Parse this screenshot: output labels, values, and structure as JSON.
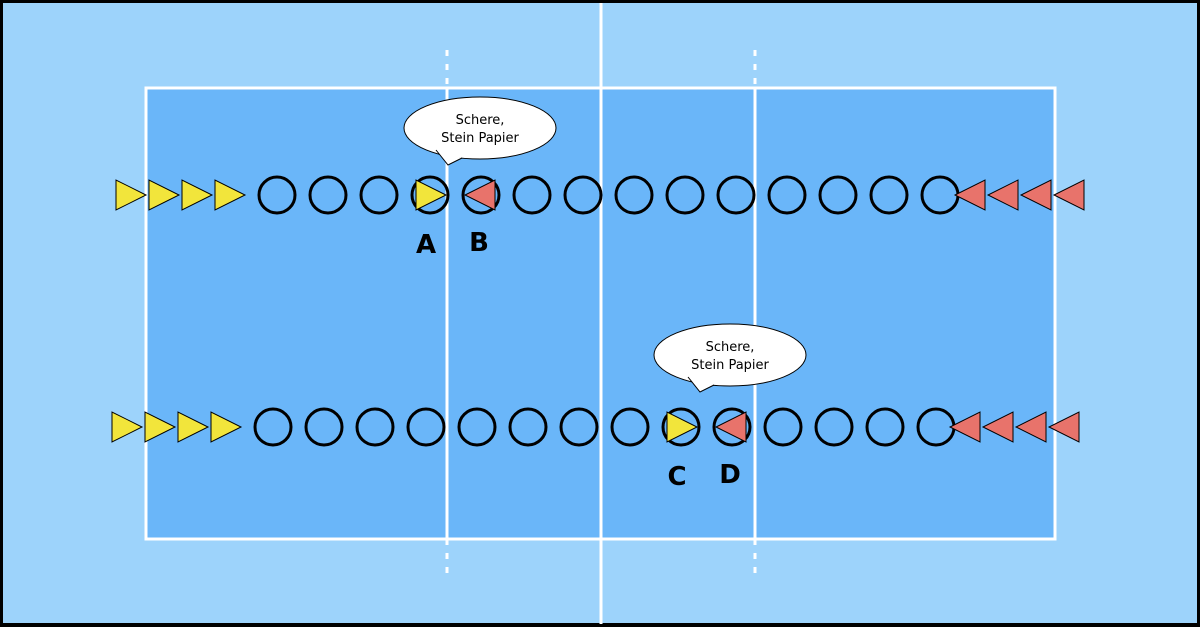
{
  "colors": {
    "outer_area": "#9dd3fb",
    "court_area": "#6ab6f9",
    "court_lines": "#ffffff",
    "border": "#000000",
    "team_left": "#f2e53b",
    "team_right": "#e8736b",
    "ring": "#000000",
    "speech_bubble": "#ffffff"
  },
  "game": {
    "rows": [
      {
        "rings": 14,
        "left_queue": 4,
        "right_queue": 4,
        "left_player_ring": 3,
        "right_player_ring": 4,
        "labels": [
          "A",
          "B"
        ],
        "speech": [
          "Schere,",
          "Stein Papier"
        ]
      },
      {
        "rings": 14,
        "left_queue": 4,
        "right_queue": 4,
        "left_player_ring": 8,
        "right_player_ring": 9,
        "labels": [
          "C",
          "D"
        ],
        "speech": [
          "Schere,",
          "Stein Papier"
        ]
      }
    ]
  }
}
